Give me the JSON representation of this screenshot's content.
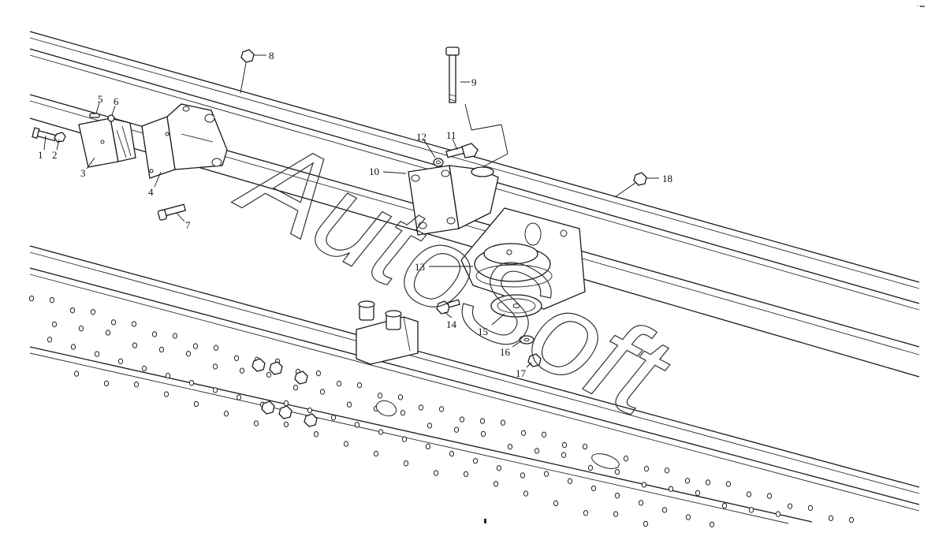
{
  "diagram": {
    "watermark": "AutoSoft",
    "corner_mark": "▫ ▬",
    "callouts": [
      {
        "num": "1"
      },
      {
        "num": "2"
      },
      {
        "num": "3"
      },
      {
        "num": "4"
      },
      {
        "num": "5"
      },
      {
        "num": "6"
      },
      {
        "num": "7"
      },
      {
        "num": "8"
      },
      {
        "num": "9"
      },
      {
        "num": "10"
      },
      {
        "num": "11"
      },
      {
        "num": "12"
      },
      {
        "num": "13"
      },
      {
        "num": "14"
      },
      {
        "num": "15"
      },
      {
        "num": "16"
      },
      {
        "num": "17"
      },
      {
        "num": "18"
      }
    ]
  }
}
